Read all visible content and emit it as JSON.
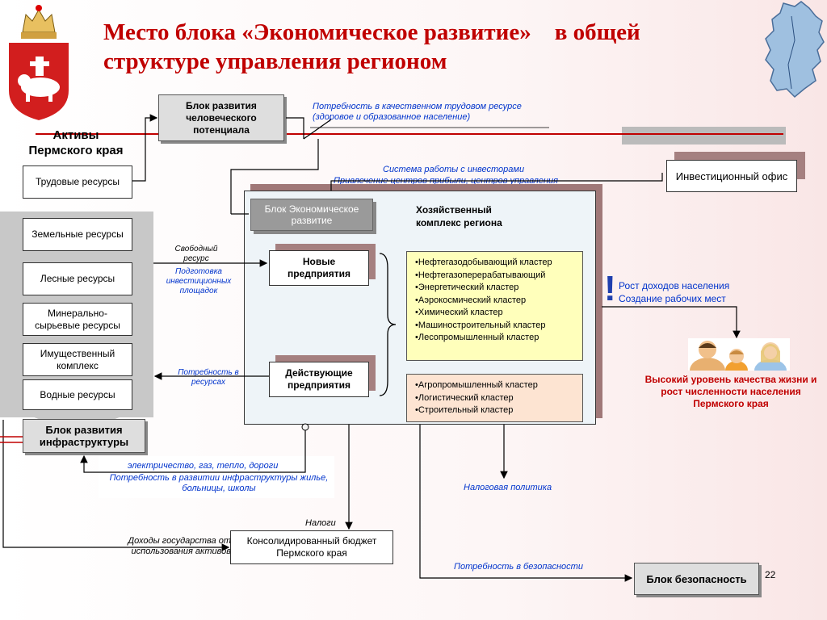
{
  "title": {
    "line1": "Место блока «Экономическое развитие»    в общей",
    "line2": "структуре управления регионом"
  },
  "assets": {
    "heading": "Активы Пермского края",
    "items": [
      "Трудовые ресурсы",
      "Земельные ресурсы",
      "Лесные ресурсы",
      "Минерально-сырьевые ресурсы",
      "Имущественный комплекс",
      "Водные ресурсы"
    ]
  },
  "blocks": {
    "human": "Блок развития человеческого потенциала",
    "econ": "Блок Экономическое развитие",
    "infra": "Блок развития инфраструктуры",
    "security": "Блок безопасность",
    "invest_office": "Инвестиционный офис",
    "budget": "Консолидированный бюджет Пермского края",
    "new_ent": "Новые предприятия",
    "existing_ent": "Действующие предприятия",
    "complex": "Хозяйственный комплекс региона"
  },
  "clusters_a": [
    "•Нефтегазодобывающий кластер",
    "•Нефтегазоперерабатывающий",
    "•Энергетический кластер",
    "•Аэрокосмический кластер",
    "•Химический кластер",
    "•Машиностроительный кластер",
    "•Лесопромышленный кластер"
  ],
  "clusters_b": [
    "•Агропромышленный кластер",
    "•Логистический кластер",
    "•Строительный кластер"
  ],
  "labels": {
    "labor_need": "Потребность в качественном трудовом ресурсе (здоровое и образованное население)",
    "investors": "Система работы с инвесторами",
    "profit": "Привлечение центров прибыли, центров управления",
    "free_resource": "Свободный ресурс",
    "prep_sites": "Подготовка инвестиционных площадок",
    "res_need": "Потребность в ресурсах",
    "income_growth": "Рост доходов населения",
    "jobs": "Создание рабочих мест",
    "quality": "Высокий уровень качества жизни и рост численности населения Пермского края",
    "utilities": "электричество, газ, тепло, дороги",
    "infra_need": "Потребность в развитии инфраструктуры жилье, больницы, школы",
    "tax_policy": "Налоговая политика",
    "taxes": "Налоги",
    "state_income": "Доходы государства от использования активов",
    "security_need": "Потребность в безопасности",
    "exclaim": "!"
  },
  "page_number": "22",
  "colors": {
    "title": "#c00000",
    "blue_text": "#0033cc",
    "quality_text": "#c00000",
    "cluster_a_bg": "#ffffbb",
    "cluster_b_bg": "#fde4d2"
  }
}
